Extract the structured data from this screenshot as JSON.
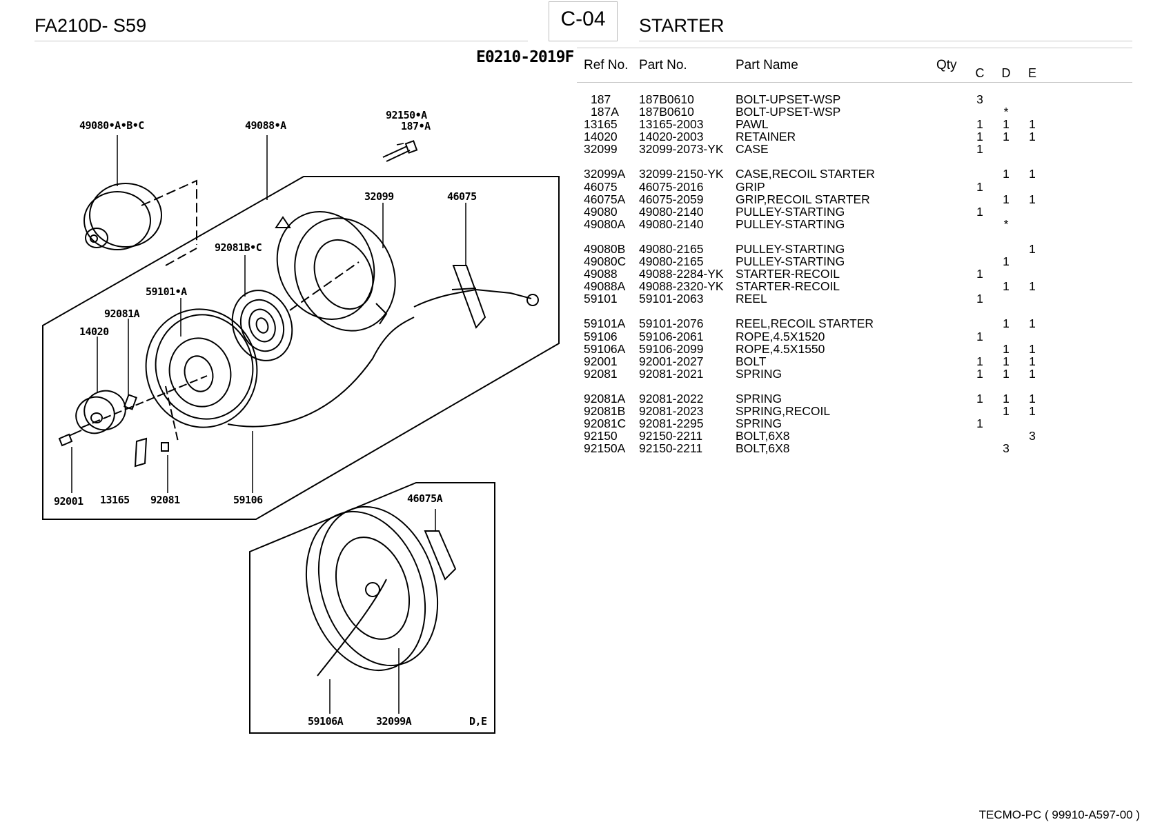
{
  "header": {
    "model": "FA210D- S59",
    "page_code": "C-04",
    "section": "STARTER",
    "drawing_number": "E0210-2019F"
  },
  "table": {
    "headers": {
      "ref": "Ref No.",
      "part_no": "Part No.",
      "name": "Part Name",
      "qty": "Qty",
      "c": "C",
      "d": "D",
      "e": "E"
    },
    "groups": [
      [
        {
          "ref": "187",
          "part": "187B0610",
          "name": "BOLT-UPSET-WSP",
          "c": "3",
          "d": "",
          "e": ""
        },
        {
          "ref": "187A",
          "part": "187B0610",
          "name": "BOLT-UPSET-WSP",
          "c": "",
          "d": "*",
          "e": ""
        },
        {
          "ref": "13165",
          "part": "13165-2003",
          "name": "PAWL",
          "c": "1",
          "d": "1",
          "e": "1"
        },
        {
          "ref": "14020",
          "part": "14020-2003",
          "name": "RETAINER",
          "c": "1",
          "d": "1",
          "e": "1"
        },
        {
          "ref": "32099",
          "part": "32099-2073-YK",
          "name": "CASE",
          "c": "1",
          "d": "",
          "e": ""
        }
      ],
      [
        {
          "ref": "32099A",
          "part": "32099-2150-YK",
          "name": "CASE,RECOIL STARTER",
          "c": "",
          "d": "1",
          "e": "1"
        },
        {
          "ref": "46075",
          "part": "46075-2016",
          "name": "GRIP",
          "c": "1",
          "d": "",
          "e": ""
        },
        {
          "ref": "46075A",
          "part": "46075-2059",
          "name": "GRIP,RECOIL STARTER",
          "c": "",
          "d": "1",
          "e": "1"
        },
        {
          "ref": "49080",
          "part": "49080-2140",
          "name": "PULLEY-STARTING",
          "c": "1",
          "d": "",
          "e": ""
        },
        {
          "ref": "49080A",
          "part": "49080-2140",
          "name": "PULLEY-STARTING",
          "c": "",
          "d": "*",
          "e": ""
        }
      ],
      [
        {
          "ref": "49080B",
          "part": "49080-2165",
          "name": "PULLEY-STARTING",
          "c": "",
          "d": "",
          "e": "1"
        },
        {
          "ref": "49080C",
          "part": "49080-2165",
          "name": "PULLEY-STARTING",
          "c": "",
          "d": "1",
          "e": ""
        },
        {
          "ref": "49088",
          "part": "49088-2284-YK",
          "name": "STARTER-RECOIL",
          "c": "1",
          "d": "",
          "e": ""
        },
        {
          "ref": "49088A",
          "part": "49088-2320-YK",
          "name": "STARTER-RECOIL",
          "c": "",
          "d": "1",
          "e": "1"
        },
        {
          "ref": "59101",
          "part": "59101-2063",
          "name": "REEL",
          "c": "1",
          "d": "",
          "e": ""
        }
      ],
      [
        {
          "ref": "59101A",
          "part": "59101-2076",
          "name": "REEL,RECOIL STARTER",
          "c": "",
          "d": "1",
          "e": "1"
        },
        {
          "ref": "59106",
          "part": "59106-2061",
          "name": "ROPE,4.5X1520",
          "c": "1",
          "d": "",
          "e": ""
        },
        {
          "ref": "59106A",
          "part": "59106-2099",
          "name": "ROPE,4.5X1550",
          "c": "",
          "d": "1",
          "e": "1"
        },
        {
          "ref": "92001",
          "part": "92001-2027",
          "name": "BOLT",
          "c": "1",
          "d": "1",
          "e": "1"
        },
        {
          "ref": "92081",
          "part": "92081-2021",
          "name": "SPRING",
          "c": "1",
          "d": "1",
          "e": "1"
        }
      ],
      [
        {
          "ref": "92081A",
          "part": "92081-2022",
          "name": "SPRING",
          "c": "1",
          "d": "1",
          "e": "1"
        },
        {
          "ref": "92081B",
          "part": "92081-2023",
          "name": "SPRING,RECOIL",
          "c": "",
          "d": "1",
          "e": "1"
        },
        {
          "ref": "92081C",
          "part": "92081-2295",
          "name": "SPRING",
          "c": "1",
          "d": "",
          "e": ""
        },
        {
          "ref": "92150",
          "part": "92150-2211",
          "name": "BOLT,6X8",
          "c": "",
          "d": "",
          "e": "3"
        },
        {
          "ref": "92150A",
          "part": "92150-2211",
          "name": "BOLT,6X8",
          "c": "",
          "d": "3",
          "e": ""
        }
      ]
    ]
  },
  "diagram": {
    "callouts": {
      "c49080abc": "49080•A•B•C",
      "c49088a": "49088•A",
      "c92150a": "92150•A",
      "c187a": "187•A",
      "c32099": "32099",
      "c46075": "46075",
      "c92081bc": "92081B•C",
      "c59101a": "59101•A",
      "c92081a": "92081A",
      "c14020": "14020",
      "c92001": "92001",
      "c13165": "13165",
      "c92081": "92081",
      "c59106": "59106",
      "c46075a": "46075A",
      "c59106a": "59106A",
      "c32099a": "32099A",
      "cde": "D,E"
    }
  },
  "footer": "TECMO-PC  ( 99910-A597-00 )"
}
